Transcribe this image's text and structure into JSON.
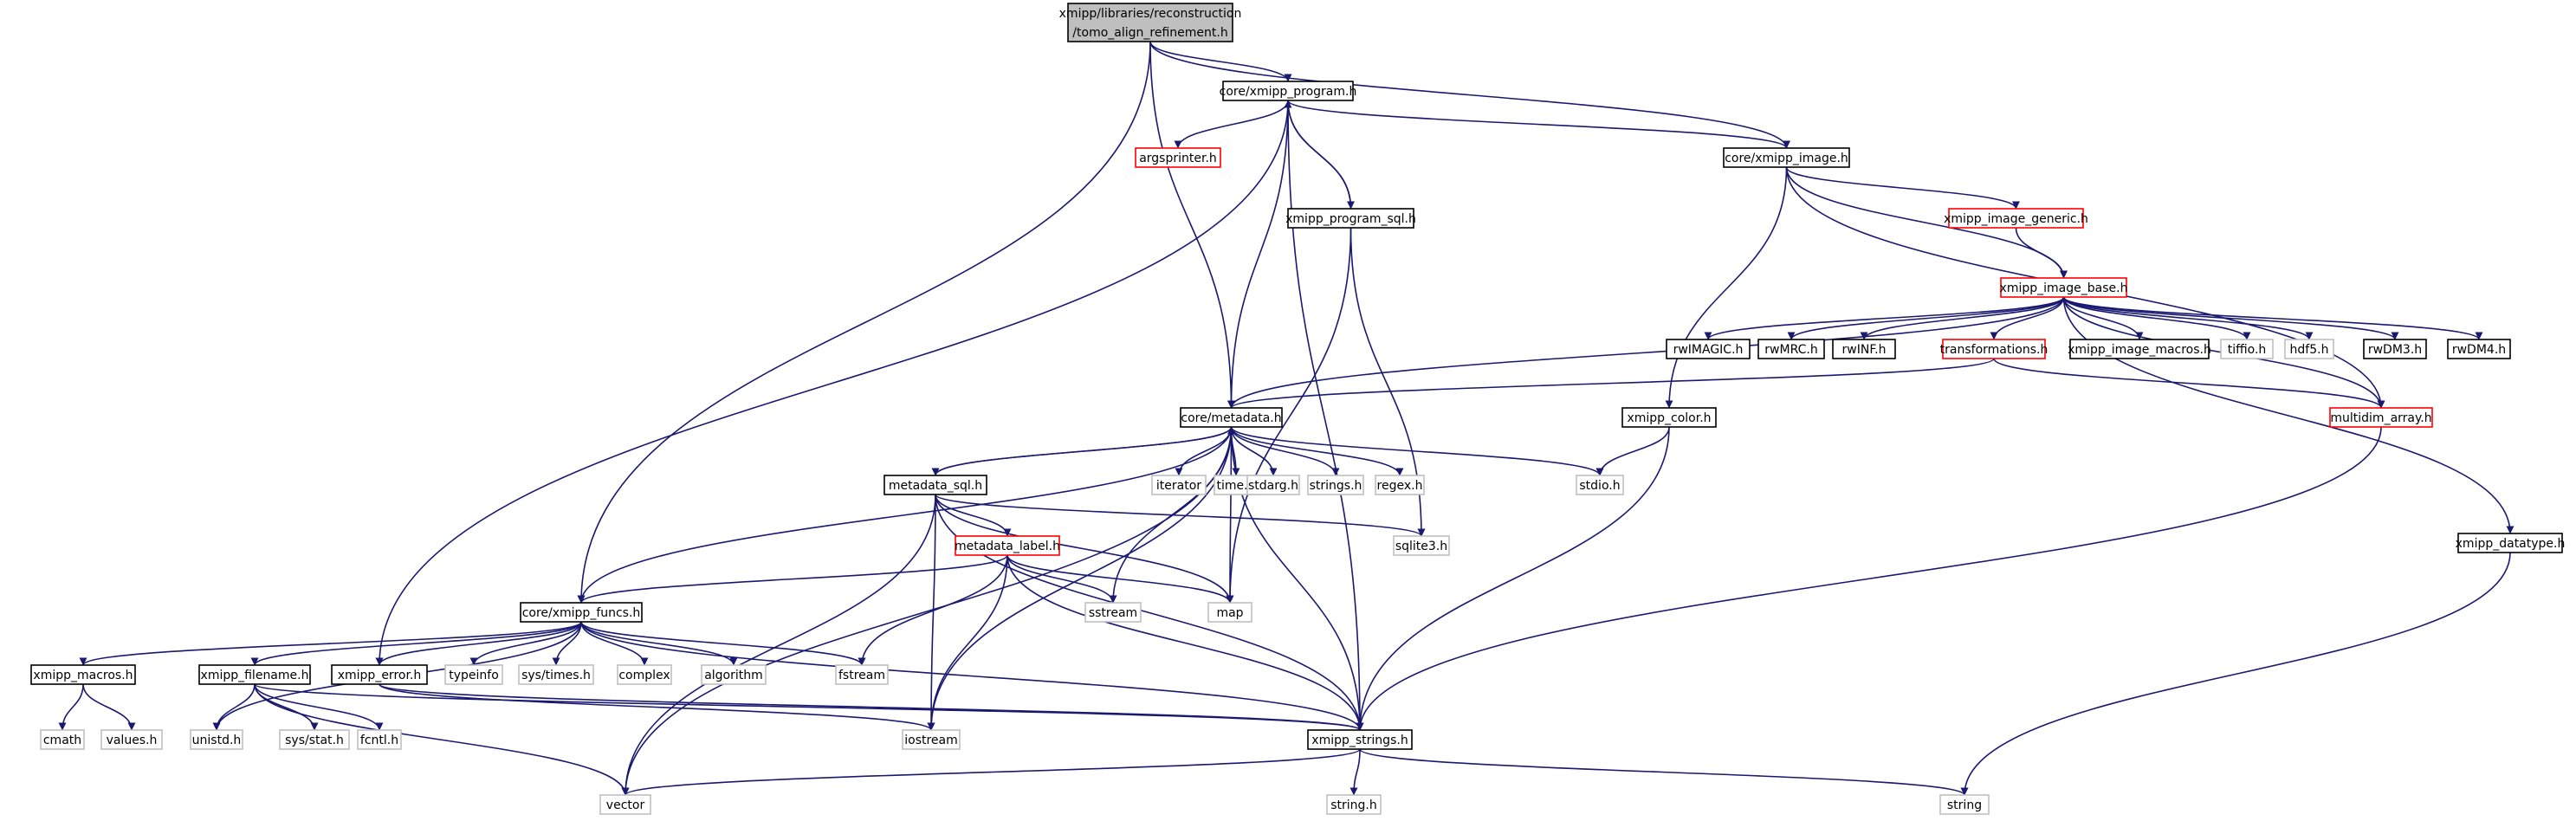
{
  "diagram": {
    "type": "include-dependency-graph",
    "colors": {
      "edge": "#191970",
      "normal_border": "#000000",
      "truncated_border": "#ff0000",
      "external_border": "#bfbfbf",
      "root_fill": "#bfbfbf",
      "text": "#000000",
      "external_text": "#404040"
    },
    "nodes": [
      {
        "id": "root",
        "lines": [
          "xmipp/libraries/reconstruction",
          "/tomo_align_refinement.h"
        ],
        "style": "root"
      },
      {
        "id": "xmipp_program",
        "lines": [
          "core/xmipp_program.h"
        ],
        "style": "normal"
      },
      {
        "id": "argsprinter",
        "lines": [
          "argsprinter.h"
        ],
        "style": "truncated"
      },
      {
        "id": "xmipp_program_sql",
        "lines": [
          "xmipp_program_sql.h"
        ],
        "style": "normal"
      },
      {
        "id": "xmipp_image",
        "lines": [
          "core/xmipp_image.h"
        ],
        "style": "normal"
      },
      {
        "id": "xmipp_image_generic",
        "lines": [
          "xmipp_image_generic.h"
        ],
        "style": "truncated"
      },
      {
        "id": "xmipp_image_base",
        "lines": [
          "xmipp_image_base.h"
        ],
        "style": "truncated"
      },
      {
        "id": "rwIMAGIC",
        "lines": [
          "rwIMAGIC.h"
        ],
        "style": "normal"
      },
      {
        "id": "rwMRC",
        "lines": [
          "rwMRC.h"
        ],
        "style": "normal"
      },
      {
        "id": "rwINF",
        "lines": [
          "rwINF.h"
        ],
        "style": "normal"
      },
      {
        "id": "transformations",
        "lines": [
          "transformations.h"
        ],
        "style": "truncated"
      },
      {
        "id": "xmipp_image_macros",
        "lines": [
          "xmipp_image_macros.h"
        ],
        "style": "normal"
      },
      {
        "id": "tiffio",
        "lines": [
          "tiffio.h"
        ],
        "style": "external"
      },
      {
        "id": "hdf5",
        "lines": [
          "hdf5.h"
        ],
        "style": "external"
      },
      {
        "id": "rwDM3",
        "lines": [
          "rwDM3.h"
        ],
        "style": "normal"
      },
      {
        "id": "rwDM4",
        "lines": [
          "rwDM4.h"
        ],
        "style": "normal"
      },
      {
        "id": "multidim_array",
        "lines": [
          "multidim_array.h"
        ],
        "style": "truncated"
      },
      {
        "id": "xmipp_color",
        "lines": [
          "xmipp_color.h"
        ],
        "style": "normal"
      },
      {
        "id": "xmipp_datatype",
        "lines": [
          "xmipp_datatype.h"
        ],
        "style": "normal"
      },
      {
        "id": "metadata",
        "lines": [
          "core/metadata.h"
        ],
        "style": "normal"
      },
      {
        "id": "iterator",
        "lines": [
          "iterator"
        ],
        "style": "external"
      },
      {
        "id": "time",
        "lines": [
          "time.h"
        ],
        "style": "external"
      },
      {
        "id": "stdarg",
        "lines": [
          "stdarg.h"
        ],
        "style": "external"
      },
      {
        "id": "strings",
        "lines": [
          "strings.h"
        ],
        "style": "external"
      },
      {
        "id": "regex",
        "lines": [
          "regex.h"
        ],
        "style": "external"
      },
      {
        "id": "stdio",
        "lines": [
          "stdio.h"
        ],
        "style": "external"
      },
      {
        "id": "metadata_sql",
        "lines": [
          "metadata_sql.h"
        ],
        "style": "normal"
      },
      {
        "id": "metadata_label",
        "lines": [
          "metadata_label.h"
        ],
        "style": "truncated"
      },
      {
        "id": "sqlite3",
        "lines": [
          "sqlite3.h"
        ],
        "style": "external"
      },
      {
        "id": "sstream",
        "lines": [
          "sstream"
        ],
        "style": "external"
      },
      {
        "id": "map",
        "lines": [
          "map"
        ],
        "style": "external"
      },
      {
        "id": "xmipp_funcs",
        "lines": [
          "core/xmipp_funcs.h"
        ],
        "style": "normal"
      },
      {
        "id": "xmipp_macros",
        "lines": [
          "xmipp_macros.h"
        ],
        "style": "normal"
      },
      {
        "id": "xmipp_filename",
        "lines": [
          "xmipp_filename.h"
        ],
        "style": "normal"
      },
      {
        "id": "xmipp_error",
        "lines": [
          "xmipp_error.h"
        ],
        "style": "normal"
      },
      {
        "id": "typeinfo",
        "lines": [
          "typeinfo"
        ],
        "style": "external"
      },
      {
        "id": "sys_times",
        "lines": [
          "sys/times.h"
        ],
        "style": "external"
      },
      {
        "id": "complex",
        "lines": [
          "complex"
        ],
        "style": "external"
      },
      {
        "id": "algorithm",
        "lines": [
          "algorithm"
        ],
        "style": "external"
      },
      {
        "id": "fstream",
        "lines": [
          "fstream"
        ],
        "style": "external"
      },
      {
        "id": "cmath",
        "lines": [
          "cmath"
        ],
        "style": "external"
      },
      {
        "id": "values",
        "lines": [
          "values.h"
        ],
        "style": "external"
      },
      {
        "id": "unistd",
        "lines": [
          "unistd.h"
        ],
        "style": "external"
      },
      {
        "id": "sys_stat",
        "lines": [
          "sys/stat.h"
        ],
        "style": "external"
      },
      {
        "id": "fcntl",
        "lines": [
          "fcntl.h"
        ],
        "style": "external"
      },
      {
        "id": "iostream",
        "lines": [
          "iostream"
        ],
        "style": "external"
      },
      {
        "id": "xmipp_strings",
        "lines": [
          "xmipp_strings.h"
        ],
        "style": "normal"
      },
      {
        "id": "vector",
        "lines": [
          "vector"
        ],
        "style": "external"
      },
      {
        "id": "string_h",
        "lines": [
          "string.h"
        ],
        "style": "external"
      },
      {
        "id": "string",
        "lines": [
          "string"
        ],
        "style": "external"
      }
    ],
    "edges": [
      [
        "root",
        "xmipp_program"
      ],
      [
        "root",
        "xmipp_image"
      ],
      [
        "root",
        "metadata"
      ],
      [
        "root",
        "xmipp_funcs"
      ],
      [
        "xmipp_program",
        "argsprinter"
      ],
      [
        "xmipp_program",
        "xmipp_program_sql"
      ],
      [
        "xmipp_program",
        "xmipp_image"
      ],
      [
        "xmipp_program",
        "metadata"
      ],
      [
        "xmipp_program",
        "xmipp_error"
      ],
      [
        "xmipp_program",
        "xmipp_strings"
      ],
      [
        "xmipp_program_sql",
        "xmipp_program"
      ],
      [
        "xmipp_program_sql",
        "sqlite3"
      ],
      [
        "xmipp_program_sql",
        "map"
      ],
      [
        "xmipp_image",
        "xmipp_image_generic"
      ],
      [
        "xmipp_image",
        "xmipp_image_base"
      ],
      [
        "xmipp_image",
        "xmipp_color"
      ],
      [
        "xmipp_image",
        "multidim_array"
      ],
      [
        "xmipp_image_generic",
        "xmipp_image_base"
      ],
      [
        "xmipp_image_base",
        "metadata"
      ],
      [
        "xmipp_image_base",
        "rwIMAGIC"
      ],
      [
        "xmipp_image_base",
        "rwMRC"
      ],
      [
        "xmipp_image_base",
        "rwINF"
      ],
      [
        "xmipp_image_base",
        "transformations"
      ],
      [
        "xmipp_image_base",
        "xmipp_image_macros"
      ],
      [
        "xmipp_image_base",
        "tiffio"
      ],
      [
        "xmipp_image_base",
        "hdf5"
      ],
      [
        "xmipp_image_base",
        "rwDM3"
      ],
      [
        "xmipp_image_base",
        "rwDM4"
      ],
      [
        "xmipp_image_base",
        "multidim_array"
      ],
      [
        "xmipp_image_base",
        "xmipp_datatype"
      ],
      [
        "transformations",
        "metadata"
      ],
      [
        "transformations",
        "multidim_array"
      ],
      [
        "multidim_array",
        "xmipp_strings"
      ],
      [
        "xmipp_color",
        "stdio"
      ],
      [
        "xmipp_color",
        "xmipp_strings"
      ],
      [
        "xmipp_datatype",
        "string"
      ],
      [
        "metadata",
        "iterator"
      ],
      [
        "metadata",
        "time"
      ],
      [
        "metadata",
        "stdarg"
      ],
      [
        "metadata",
        "strings"
      ],
      [
        "metadata",
        "regex"
      ],
      [
        "metadata",
        "stdio"
      ],
      [
        "metadata",
        "metadata_sql"
      ],
      [
        "metadata",
        "sstream"
      ],
      [
        "metadata",
        "map"
      ],
      [
        "metadata",
        "xmipp_funcs"
      ],
      [
        "metadata",
        "iostream"
      ],
      [
        "metadata",
        "vector"
      ],
      [
        "metadata",
        "xmipp_strings"
      ],
      [
        "metadata_sql",
        "metadata"
      ],
      [
        "metadata_sql",
        "metadata_label"
      ],
      [
        "metadata_sql",
        "sqlite3"
      ],
      [
        "metadata_sql",
        "map"
      ],
      [
        "metadata_sql",
        "iostream"
      ],
      [
        "metadata_sql",
        "vector"
      ],
      [
        "metadata_sql",
        "xmipp_strings"
      ],
      [
        "metadata_label",
        "xmipp_funcs"
      ],
      [
        "metadata_label",
        "sstream"
      ],
      [
        "metadata_label",
        "map"
      ],
      [
        "metadata_label",
        "fstream"
      ],
      [
        "metadata_label",
        "iostream"
      ],
      [
        "metadata_label",
        "xmipp_strings"
      ],
      [
        "xmipp_funcs",
        "xmipp_macros"
      ],
      [
        "xmipp_funcs",
        "xmipp_filename"
      ],
      [
        "xmipp_funcs",
        "xmipp_error"
      ],
      [
        "xmipp_funcs",
        "typeinfo"
      ],
      [
        "xmipp_funcs",
        "sys_times"
      ],
      [
        "xmipp_funcs",
        "complex"
      ],
      [
        "xmipp_funcs",
        "algorithm"
      ],
      [
        "xmipp_funcs",
        "fstream"
      ],
      [
        "xmipp_funcs",
        "unistd"
      ],
      [
        "xmipp_funcs",
        "xmipp_strings"
      ],
      [
        "xmipp_macros",
        "cmath"
      ],
      [
        "xmipp_macros",
        "values"
      ],
      [
        "xmipp_filename",
        "unistd"
      ],
      [
        "xmipp_filename",
        "sys_stat"
      ],
      [
        "xmipp_filename",
        "fcntl"
      ],
      [
        "xmipp_filename",
        "vector"
      ],
      [
        "xmipp_filename",
        "xmipp_strings"
      ],
      [
        "xmipp_error",
        "iostream"
      ],
      [
        "xmipp_error",
        "xmipp_strings"
      ],
      [
        "xmipp_strings",
        "vector"
      ],
      [
        "xmipp_strings",
        "string_h"
      ],
      [
        "xmipp_strings",
        "string"
      ]
    ]
  }
}
